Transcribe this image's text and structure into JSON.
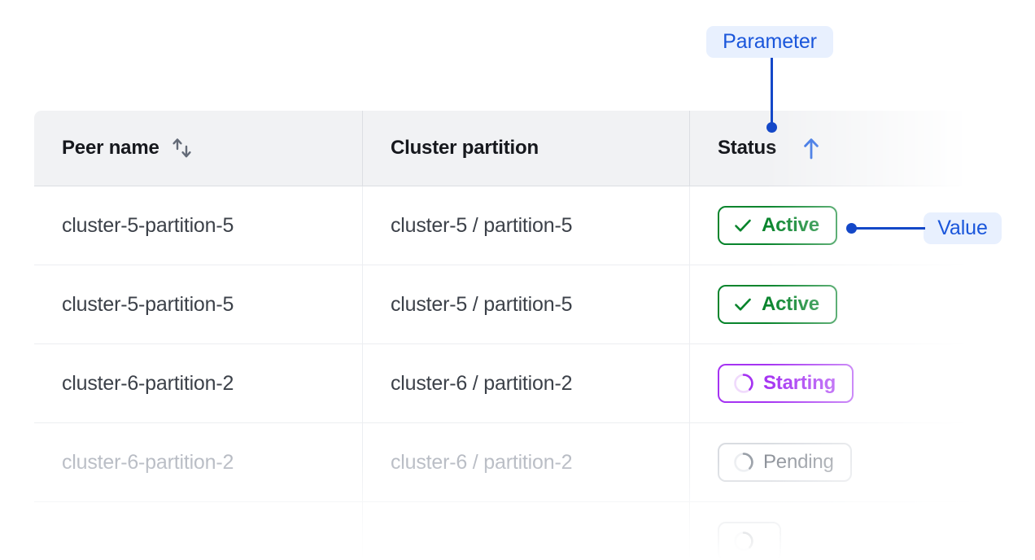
{
  "table": {
    "columns": [
      {
        "label": "Peer name",
        "sort_icon": "sort-both-icon",
        "sort_state": "none"
      },
      {
        "label": "Cluster partition",
        "sort_icon": null,
        "sort_state": "none"
      },
      {
        "label": "Status",
        "sort_icon": "arrow-up-icon",
        "sort_state": "ascending"
      }
    ],
    "rows": [
      {
        "peer_name": "cluster-5-partition-5",
        "cluster_partition": "cluster-5 / partition-5",
        "status": "Active",
        "status_variant": "active",
        "status_icon": "check-icon",
        "dimmed": false
      },
      {
        "peer_name": "cluster-5-partition-5",
        "cluster_partition": "cluster-5 / partition-5",
        "status": "Active",
        "status_variant": "active",
        "status_icon": "check-icon",
        "dimmed": false
      },
      {
        "peer_name": "cluster-6-partition-2",
        "cluster_partition": "cluster-6 / partition-2",
        "status": "Starting",
        "status_variant": "starting",
        "status_icon": "spinner-icon",
        "dimmed": false
      },
      {
        "peer_name": "cluster-6-partition-2",
        "cluster_partition": "cluster-6 / partition-2",
        "status": "Pending",
        "status_variant": "pending",
        "status_icon": "spinner-icon",
        "dimmed": true
      },
      {
        "peer_name": "",
        "cluster_partition": "",
        "status": "",
        "status_variant": "pending",
        "status_icon": "spinner-icon",
        "dimmed": true
      }
    ]
  },
  "annotations": {
    "parameter_label": "Parameter",
    "value_label": "Value"
  },
  "colors": {
    "annotation_text": "#1a56db",
    "annotation_bg": "#e8f0fe",
    "annotation_line": "#1448c8",
    "status_active": "#08842c",
    "status_starting": "#a533f2",
    "status_pending": "#8b9098",
    "header_bg": "#f1f2f4",
    "sort_active": "#1f5fe0"
  }
}
